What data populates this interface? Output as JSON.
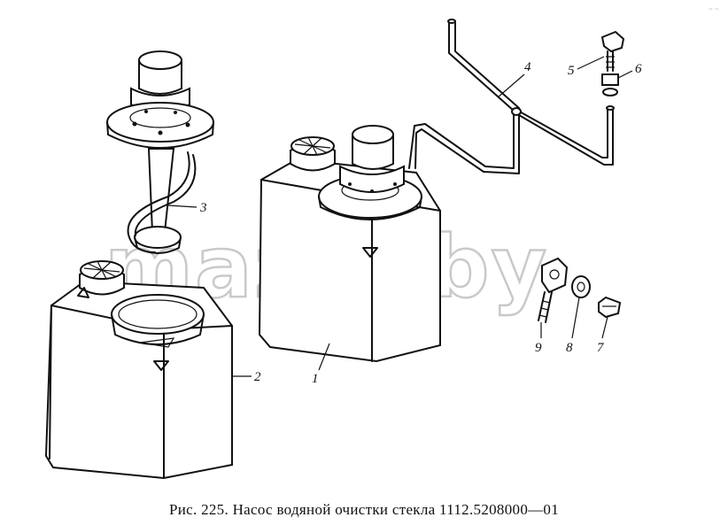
{
  "caption": "Рис. 225. Насос водяной очистки стекла 1112.5208000—01",
  "watermark": "mazik.by",
  "corner_mark": "~ ~",
  "callouts": [
    {
      "id": "1",
      "text": "1"
    },
    {
      "id": "2",
      "text": "2"
    },
    {
      "id": "3",
      "text": "3"
    },
    {
      "id": "4",
      "text": "4"
    },
    {
      "id": "5",
      "text": "5"
    },
    {
      "id": "6",
      "text": "6"
    },
    {
      "id": "7",
      "text": "7"
    },
    {
      "id": "8",
      "text": "8"
    },
    {
      "id": "9",
      "text": "9"
    }
  ]
}
